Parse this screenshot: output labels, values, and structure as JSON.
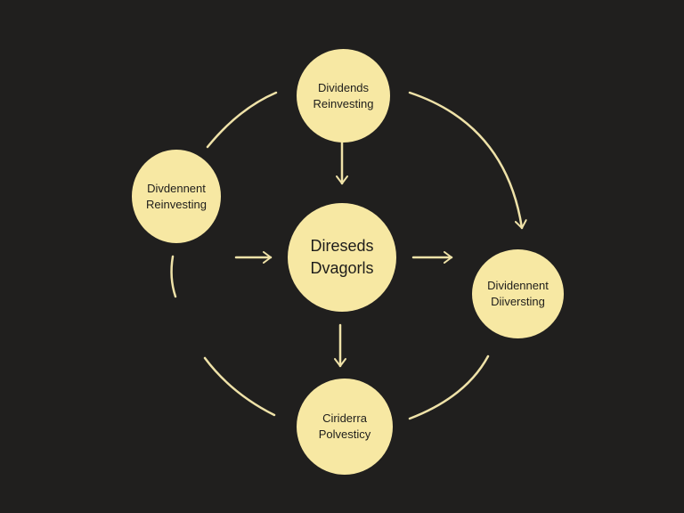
{
  "colors": {
    "background": "#201f1e",
    "node_fill": "#f7e8a3",
    "line": "#efe2a8",
    "text": "#1e1d1b"
  },
  "nodes": {
    "top": {
      "line1": "Dividends",
      "line2": "Reinvesting"
    },
    "left": {
      "line1": "Divdennent",
      "line2": "Reinvesting"
    },
    "center": {
      "line1": "Direseds",
      "line2": "Dvagorls"
    },
    "right": {
      "line1": "Dividennent",
      "line2": "Diiversting"
    },
    "bottom": {
      "line1": "Ciriderra",
      "line2": "Polvesticy"
    }
  }
}
